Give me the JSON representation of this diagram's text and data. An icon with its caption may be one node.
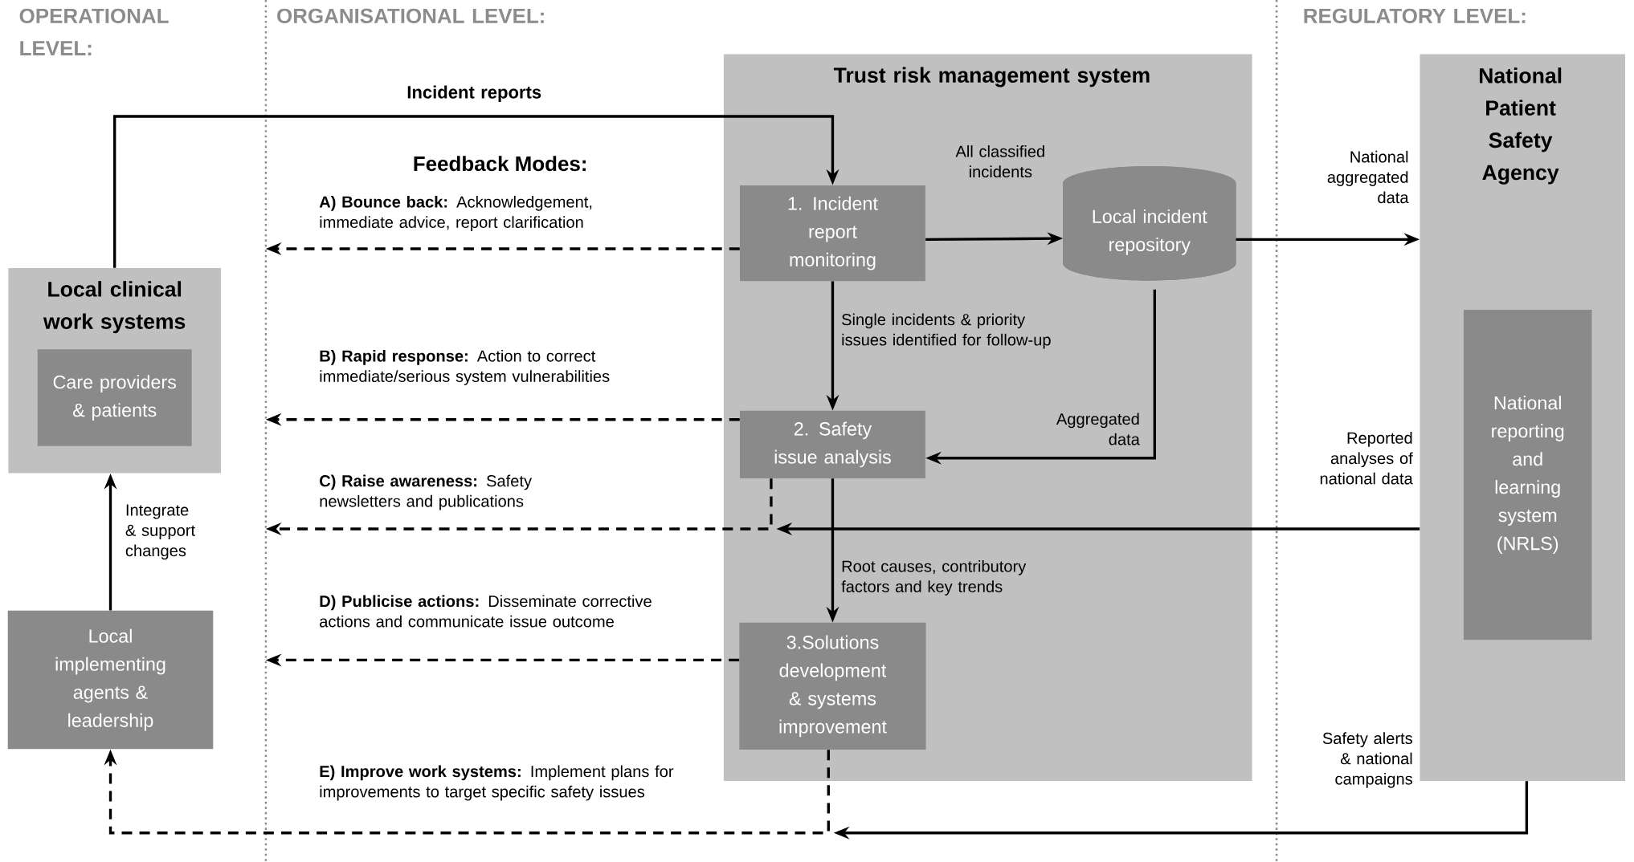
{
  "diagram": {
    "nodes": [
      {
        "text": [
          "Local clinical work systems"
        ]
      },
      {
        "text": [
          "Care providers & patients"
        ],
        "in": 0
      },
      {
        "text": [
          "Local implementing agents & leadership"
        ]
      },
      {
        "text": [
          "Trust risk management system"
        ]
      },
      {
        "text": [
          "1. Incident report monitoring"
        ],
        "in": 3
      },
      {
        "text": [
          "Local incident repository"
        ],
        "in": 3
      },
      {
        "text": [
          "2. Safety issue analysis"
        ],
        "in": 3
      },
      {
        "text": [
          "3.Solutions development & systems improvement"
        ],
        "in": 3
      },
      {
        "text": [
          "National Patient Safety Agency"
        ]
      },
      {
        "text": [
          "National reporting and learning system (NRLS)"
        ],
        "in": 8
      }
    ],
    "edges": [
      {
        "from": 0,
        "to": 4,
        "arrow": "to",
        "label": "Incident reports"
      },
      {
        "from": 4,
        "to": 5,
        "arrow": "to",
        "label": "All classified incidents"
      },
      {
        "from": 5,
        "to": 8,
        "arrow": "to",
        "label": "National aggregated data"
      },
      {
        "from": 4,
        "to": 6,
        "arrow": "to",
        "label": "Single incidents & priority issues identified for follow-up"
      },
      {
        "from": 5,
        "to": 6,
        "arrow": "to",
        "label": "Aggregated data"
      },
      {
        "from": 6,
        "to": 7,
        "arrow": "to",
        "label": "Root causes, contributory factors and key trends"
      },
      {
        "from": 4,
        "to": null,
        "arrow": "to",
        "style": "dashed",
        "label": "**A) Bounce back:** Acknowledgement, immediate advice, report clarification"
      },
      {
        "from": 6,
        "to": null,
        "arrow": "to",
        "style": "dashed",
        "label": "**B) Rapid response:** Action to correct immediate/serious system vulnerabilities"
      },
      {
        "from": 6,
        "to": null,
        "arrow": "to",
        "style": "dashed",
        "label": "**C) Raise awareness:** Safety newsletters and publications"
      },
      {
        "from": 8,
        "to": null,
        "arrow": "to",
        "label": "Reported analyses of national data"
      },
      {
        "from": 7,
        "to": null,
        "arrow": "to",
        "style": "dashed",
        "label": "**D) Publicise actions:** Disseminate corrective actions and communicate issue outcome"
      },
      {
        "from": 7,
        "to": 2,
        "arrow": "to",
        "style": "dashed",
        "label": "**E) Improve work systems:** Implement plans for improvements to target specific safety issues"
      },
      {
        "from": 8,
        "to": null,
        "arrow": "to",
        "label": "Safety alerts & national campaigns"
      },
      {
        "from": 2,
        "to": 0,
        "arrow": "to",
        "label": "Integrate & support changes"
      }
    ],
    "labels": [
      "OPERATIONAL LEVEL:",
      "ORGANISATIONAL LEVEL:",
      "REGULATORY LEVEL:",
      "Feedback Modes:"
    ]
  }
}
